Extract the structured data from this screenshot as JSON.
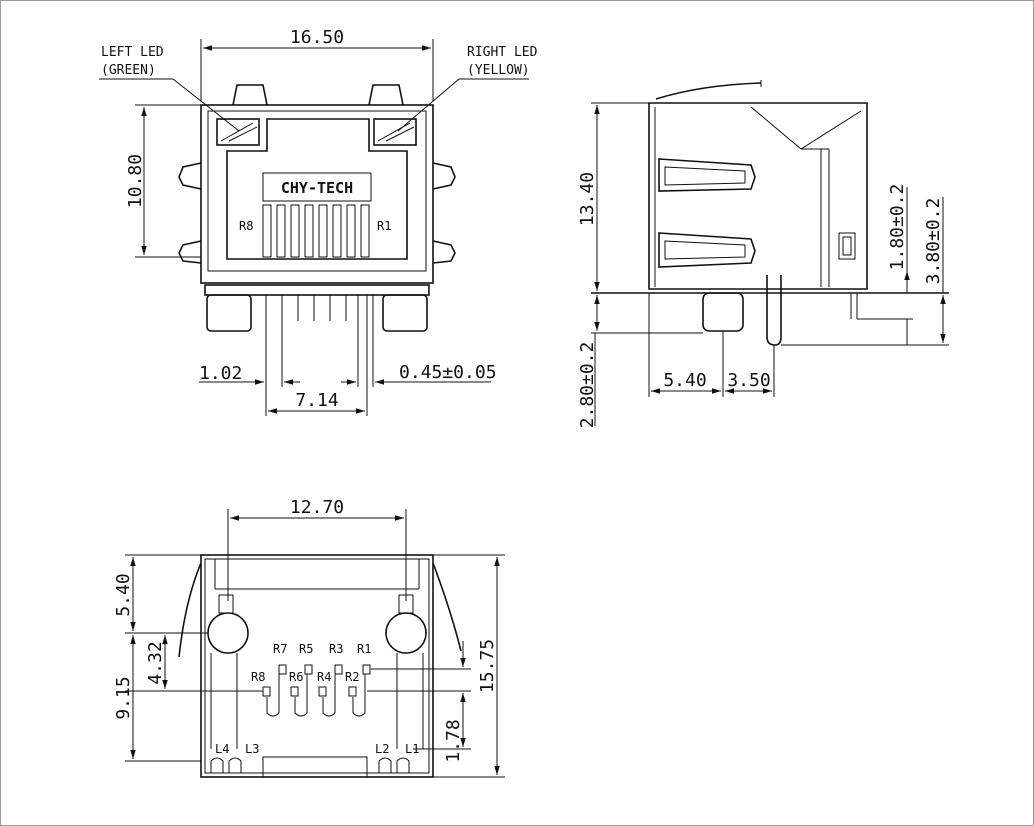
{
  "front_view": {
    "width_dim": "16.50",
    "height_dim": "10.80",
    "left_led_line1": "LEFT LED",
    "left_led_line2": "(GREEN)",
    "right_led_line1": "RIGHT LED",
    "right_led_line2": "(YELLOW)",
    "brand": "CHY-TECH",
    "pin_r8": "R8",
    "pin_r1": "R1",
    "edge_dim": "1.02",
    "pin_width_dim": "0.45±0.05",
    "pin_span_dim": "7.14"
  },
  "side_view": {
    "height_dim": "13.40",
    "led_pin_dim": "1.80±0.2",
    "led_pin2_dim": "3.80±0.2",
    "pin_length_dim": "2.80±0.2",
    "offset_dim": "5.40",
    "pin_offset_dim": "3.50"
  },
  "bottom_view": {
    "post_span_dim": "12.70",
    "top_dim": "5.40",
    "row_offset_dim": "4.32",
    "pin_row_dim": "9.15",
    "total_depth_dim": "15.75",
    "led_row_dim": "1.78",
    "upper_pins": [
      "R7",
      "R5",
      "R3",
      "R1"
    ],
    "lower_pins": [
      "R8",
      "R6",
      "R4",
      "R2"
    ],
    "led_left": [
      "L4",
      "L3"
    ],
    "led_right": [
      "L2",
      "L1"
    ]
  }
}
